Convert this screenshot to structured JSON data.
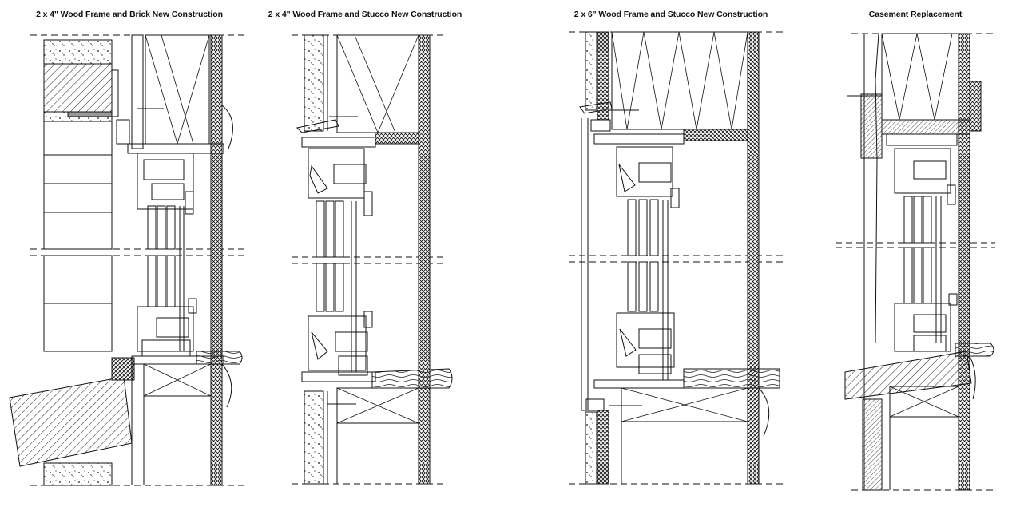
{
  "sections": [
    {
      "id": "brick",
      "title": "2 x 4\" Wood Frame and Brick New Construction"
    },
    {
      "id": "stucco-2x4",
      "title": "2 x 4\" Wood Frame and Stucco New Construction"
    },
    {
      "id": "stucco-2x6",
      "title": "2 x 6\" Wood Frame and Stucco New Construction"
    },
    {
      "id": "casement",
      "title": "Casement Replacement"
    }
  ]
}
